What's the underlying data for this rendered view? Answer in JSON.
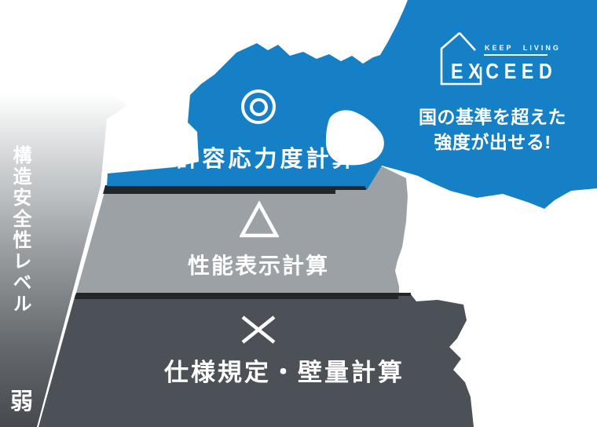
{
  "diagram": {
    "title_hint": "structural-safety-level-pyramid",
    "axis": {
      "label": "構造安全性レベル",
      "weak_label": "弱"
    },
    "tiers": [
      {
        "name": "tier-top",
        "label": "許容応力度計算",
        "symbol": "double-circle",
        "color": "#1580c6"
      },
      {
        "name": "tier-middle",
        "label": "性能表示計算",
        "symbol": "triangle",
        "color": "#9ca1a5"
      },
      {
        "name": "tier-bottom",
        "label": "仕様規定・壁量計算",
        "symbol": "cross",
        "color": "#4b5156"
      }
    ],
    "callout": {
      "logo": {
        "icon": "house-outline-icon",
        "tagline": "KEEP LIVING",
        "brand": "EXCEED"
      },
      "message_line1": "国の基準を超えた",
      "message_line2": "強度が出せる!"
    },
    "colors": {
      "tier_top_blue": "#1580c6",
      "tier_middle_gray": "#9ca1a5",
      "tier_bottom_gray": "#4b5156",
      "separator_black": "#24272a",
      "panel_gradient_bottom": "#46494d",
      "text_white": "#ffffff"
    }
  }
}
